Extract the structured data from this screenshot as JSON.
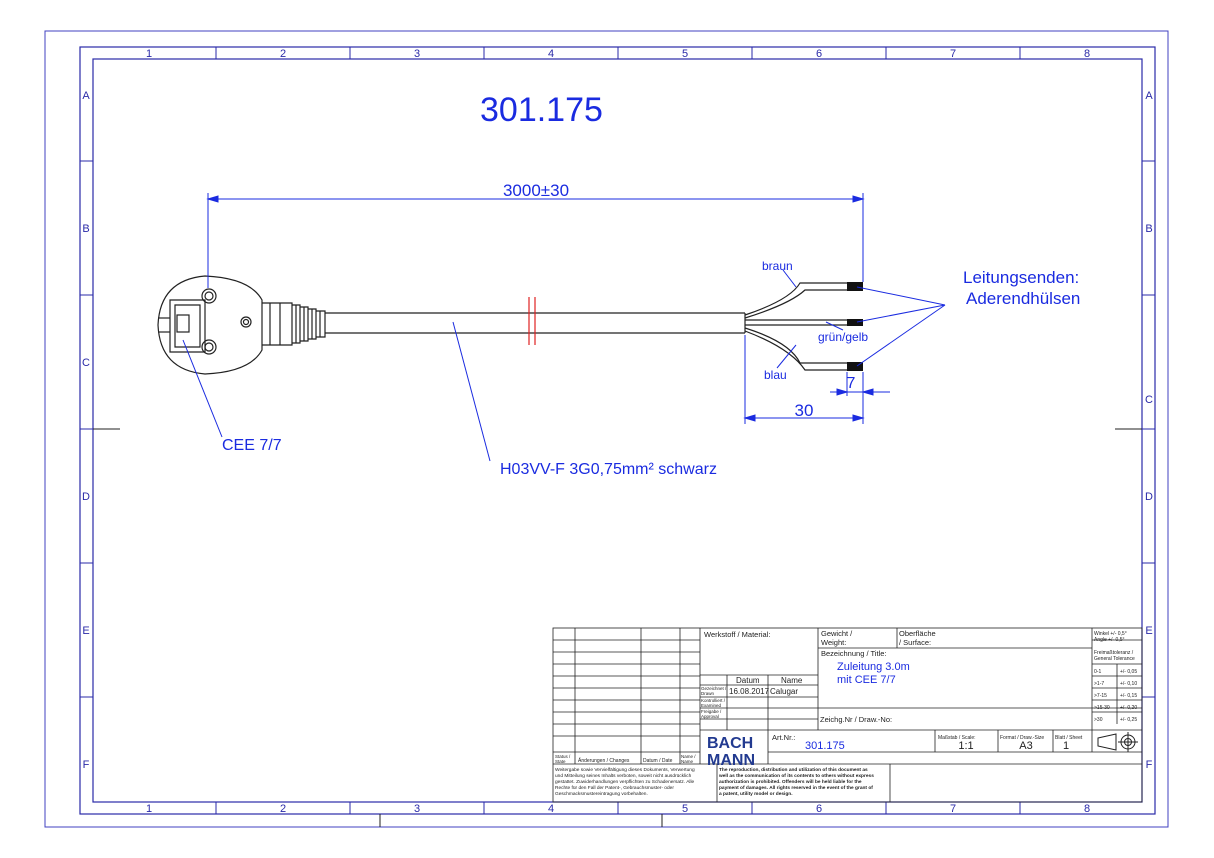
{
  "drawing": {
    "part_number": "301.175",
    "cable_length": "3000±30",
    "plug_label": "CEE 7/7",
    "cable_spec": "H03VV-F 3G0,75mm² schwarz",
    "ends_label_line1": "Leitungsenden:",
    "ends_label_line2": "Aderendhülsen",
    "wire_braun": "braun",
    "wire_gruengelb": "grün/gelb",
    "wire_blau": "blau",
    "dim_strip": "7",
    "dim_split": "30"
  },
  "frame": {
    "columns": [
      "1",
      "2",
      "3",
      "4",
      "5",
      "6",
      "7",
      "8"
    ],
    "rows": [
      "A",
      "B",
      "C",
      "D",
      "E",
      "F"
    ]
  },
  "title_block": {
    "werkstoff_label": "Werkstoff / Material:",
    "gewicht_label_1": "Gewicht /",
    "gewicht_label_2": "Weight:",
    "oberflaeche_label_1": "Oberfläche",
    "oberflaeche_label_2": "/ Surface:",
    "bezeichnung_label": "Bezeichnung / Title:",
    "title_line1": "Zuleitung 3.0m",
    "title_line2": "mit CEE 7/7",
    "datum_header": "Datum",
    "name_header": "Name",
    "gezeichnet_1": "Gezeichnet /",
    "gezeichnet_2": "Drawn",
    "date_value": "16.08.2017",
    "name_value": "Calugar",
    "kontrolliert_1": "Kontrolliert /",
    "kontrolliert_2": "Examined",
    "freigabe_1": "Freigabe /",
    "freigabe_2": "Approval",
    "zeichnr_label": "Zeichg.Nr / Draw.-No:",
    "artnr_label": "Art.Nr.:",
    "artnr_value": "301.175",
    "massstab_label": "Maßstab / Scale:",
    "scale_value": "1:1",
    "format_label": "Format / Draw.-Size",
    "format_value": "A3",
    "blatt_label": "Blatt / Sheet",
    "sheet_value": "1",
    "logo_line1": "BACH",
    "logo_line2": "MANN",
    "status_1": "Status /",
    "status_2": "State",
    "aenderungen": "Änderungen / Changes",
    "datum_date": "Datum / Date",
    "name_1": "Name /",
    "name_2": "Name",
    "tol_angle_1": "Winkel +/- 0,5°",
    "tol_angle_2": "Angle +/- 0,5°",
    "tol_general_1": "Freimaßtoleranz /",
    "tol_general_2": "General Tolerance",
    "tol_rows": [
      {
        "range": "0-1",
        "tol": "+/- 0,05"
      },
      {
        "range": ">1-7",
        "tol": "+/- 0,10"
      },
      {
        "range": ">7-15",
        "tol": "+/- 0,15"
      },
      {
        "range": ">15-30",
        "tol": "+/- 0,20"
      },
      {
        "range": ">30",
        "tol": "+/- 0,25"
      }
    ],
    "copyright_de": [
      "Weitergabe sowie Vervielfältigung dieses Dokuments, Verwertung",
      "und Mitteilung seines Inhalts verboten, soweit nicht ausdrücklich",
      "gestattet. Zuwiderhandlungen verpflichten zu Schadenersatz. Alle",
      "Rechte für den Fall der Patent-, Gebrauchsmuster- oder",
      "Geschmacksmustereintragung vorbehalten."
    ],
    "copyright_en": [
      "The reproduction, distribution and utilization of this document as",
      "well as the communication of its contents to others without express",
      "authorization is prohibited. Offenders will be held liable for the",
      "payment of damages. All rights reserved in the event of the grant of",
      "a patent, utility model or design."
    ]
  },
  "colors": {
    "frame": "#2a2aa8",
    "annotation": "#1a2be0",
    "drawing": "#222222",
    "break_mark": "#e02020"
  }
}
